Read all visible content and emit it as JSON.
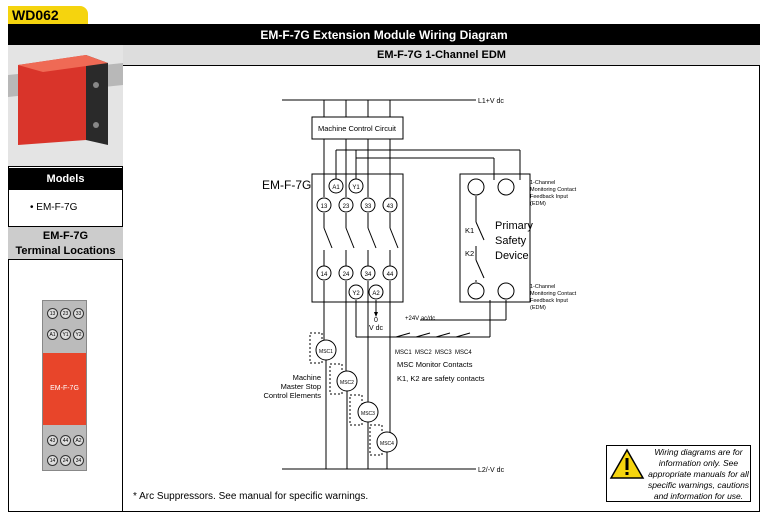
{
  "tag": "WD062",
  "title": "EM-F-7G Extension Module Wiring Diagram",
  "subtitle": "EM-F-7G 1-Channel EDM",
  "models_header": "Models",
  "model_item": "• EM-F-7G",
  "terminal_header_line1": "EM-F-7G",
  "terminal_header_line2": "Terminal Locations",
  "terminal_pins_top": [
    "13",
    "23",
    "33"
  ],
  "terminal_pins_mid": [
    "A1",
    "Y1",
    "Y2"
  ],
  "terminal_body_label": "EM-F-7G",
  "terminal_pins_low": [
    "43",
    "44",
    "A2"
  ],
  "terminal_pins_bottom": [
    "14",
    "24",
    "34"
  ],
  "diagram": {
    "l1": "L1+V dc",
    "l2": "L2/-V dc",
    "machine_control": "Machine Control Circuit",
    "module_label": "EM-F-7G",
    "top_terminals": [
      "A1",
      "Y1"
    ],
    "contacts_top": [
      "13",
      "23",
      "33",
      "43"
    ],
    "contacts_bottom": [
      "14",
      "24",
      "34",
      "44"
    ],
    "lower_terminals": [
      "Y2",
      "A2"
    ],
    "zero_v_line1": "0",
    "zero_v_line2": "V dc",
    "plus24": "+24V ac/dc",
    "msc_labels": [
      "MSC1",
      "MSC2",
      "MSC3",
      "MSC4"
    ],
    "msc_monitor": "MSC Monitor Contacts",
    "k_note": "K1, K2 are safety contacts",
    "machine_master": [
      "Machine",
      "Master Stop",
      "Control Elements"
    ],
    "k1": "K1",
    "k2": "K2",
    "primary": [
      "Primary",
      "Safety",
      "Device"
    ],
    "edm_top": [
      "1-Channel",
      "Monitoring Contact",
      "Feedback Input",
      "(EDM)"
    ],
    "edm_bottom": [
      "1-Channel",
      "Monitoring Contact",
      "Feedback Input",
      "(EDM)"
    ]
  },
  "warning": "Wiring diagrams are for information only. See appropriate manuals for all specific warnings, cautions and information for use.",
  "footnote": "* Arc Suppressors. See manual for specific warnings."
}
